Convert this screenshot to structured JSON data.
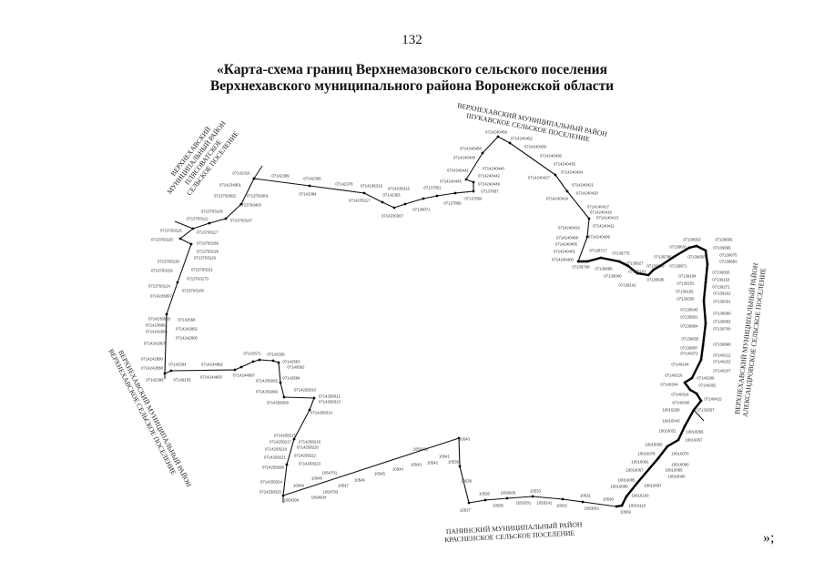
{
  "page_number": "132",
  "title": {
    "line1": "«Карта-схема границ Верхнемазовского сельского поселения",
    "line2": "Верхнехавского муниципального района Воронежской области"
  },
  "closing_mark": "»;",
  "regions": {
    "north": {
      "line1": "ВЕРХНЕХАВСКИЙ МУНИЦИПАЛЬНЫЙ РАЙОН",
      "line2": "ШУКАВСКОЕ СЕЛЬСКОЕ ПОСЕЛЕНИЕ"
    },
    "northwest": {
      "line1": "ВЕРХНЕХАВСКИЙ",
      "line2": "МУНИЦИПАЛЬНЫЙ РАЙОН",
      "line3": "ПЛЯСОВАТСКОЕ",
      "line4": "СЕЛЬСКОЕ ПОСЕЛЕНИЕ"
    },
    "east": {
      "line1": "ВЕРХНЕХАВСКИЙ МУНИЦИПАЛЬНЫЙ РАЙОН",
      "line2": "АЛЕКСАНДРОВСКОЕ СЕЛЬСКОЕ ПОСЕЛЕНИЕ"
    },
    "southwest": {
      "line1": "ВЕРХНЕХАВСКИЙ МУНИЦИПАЛЬНЫЙ РАЙОН",
      "line2": "ВЕРХНЕХАВСКОЕ СЕЛЬСКОЕ ПОСЕЛЕНИЕ"
    },
    "south": {
      "line1": "ПАНИНСКИЙ МУНИЦИПАЛЬНЫЙ РАЙОН",
      "line2": "КРАСНЕНСКОЕ СЕЛЬСКОЕ ПОСЕЛЕНИЕ"
    }
  },
  "point_labels": [
    "07142316",
    "0714234901",
    "0713793002",
    "0713793001",
    "0713793403",
    "0713793105",
    "0713793111",
    "0713793107",
    "0713793116",
    "0713793120",
    "0713793117",
    "0713793189",
    "0713793128",
    "0713793129",
    "0713793130",
    "0713793152",
    "0713793151",
    "0713793173",
    "0713793124",
    "0713793105",
    "0714236897",
    "0714236828",
    "0714236891",
    "0714242906",
    "0714242907",
    "07142568",
    "0714242892",
    "0714242865",
    "0714242890",
    "0714242888",
    "07142396",
    "07142394",
    "07149105",
    "0714244892",
    "0714244893",
    "07142389",
    "07142366",
    "07142384",
    "07142378",
    "0714236319",
    "0714235117",
    "07142363",
    "0714230307",
    "0714240458",
    "0714240452",
    "0714240439",
    "0714240458",
    "0714240439",
    "0714240441",
    "0714240440",
    "0714240442",
    "0714240445",
    "0714240449",
    "07137851",
    "07137857",
    "07137866",
    "07137856",
    "07138071",
    "0714236315",
    "0714240436",
    "0714240435",
    "0714240434",
    "0714240427",
    "0714240421",
    "0714240420",
    "0714240419",
    "0714240417",
    "0714240416",
    "0714240413",
    "0714240411",
    "0714240410",
    "0714240409",
    "0714240408",
    "0714240405",
    "0714240401",
    "0714240400",
    "07138717",
    "07138775",
    "07138768",
    "07138888",
    "07139040",
    "07139141",
    "07138927",
    "07139101",
    "07139553",
    "07139656",
    "07139631",
    "07139665",
    "07139675",
    "07139650",
    "07139786",
    "07139079",
    "07139871",
    "07139692",
    "07139636",
    "07139184",
    "07139026",
    "07139154",
    "07139152",
    "07139271",
    "07139155",
    "07139330",
    "07139162",
    "07139331",
    "07139545",
    "07139561",
    "07139090",
    "07139683",
    "07139700",
    "07139864",
    "07139835",
    "07139868",
    "07139807",
    "07140372",
    "07140212",
    "07140104",
    "07140102",
    "07140107",
    "07140216",
    "07140208",
    "07140204",
    "07140302",
    "07140316",
    "07140345",
    "07140415",
    "07132657",
    "10016258",
    "10016043",
    "10016031",
    "10016056",
    "10016057",
    "10016056",
    "10016070",
    "10016078",
    "10016081",
    "10016080",
    "10016067",
    "10016085",
    "10016090",
    "10016085",
    "10016089",
    "10016097",
    "10016100",
    "10016110",
    "10569",
    "10530",
    "10531",
    "1053001",
    "10532",
    "10537",
    "10536",
    "10535",
    "1053600",
    "1053201",
    "10533",
    "1053241",
    "10538",
    "10539",
    "10540",
    "10541",
    "0714258215",
    "0714258217",
    "0714258218",
    "0714258219",
    "0714258220",
    "0714258221",
    "0714258222",
    "0714258223",
    "0714258288",
    "0714258324",
    "0714258325",
    "1054304",
    "10549",
    "10548",
    "1054701",
    "10547",
    "1054703",
    "1054604",
    "10546",
    "10545",
    "10544",
    "10543",
    "1054201",
    "10542",
    "07142571",
    "07142558",
    "07142563",
    "07140502",
    "07142584",
    "0714244897",
    "0714256065",
    "0714256066",
    "0714258310",
    "0714258309",
    "0714258312",
    "0714258313",
    "0714258314"
  ]
}
